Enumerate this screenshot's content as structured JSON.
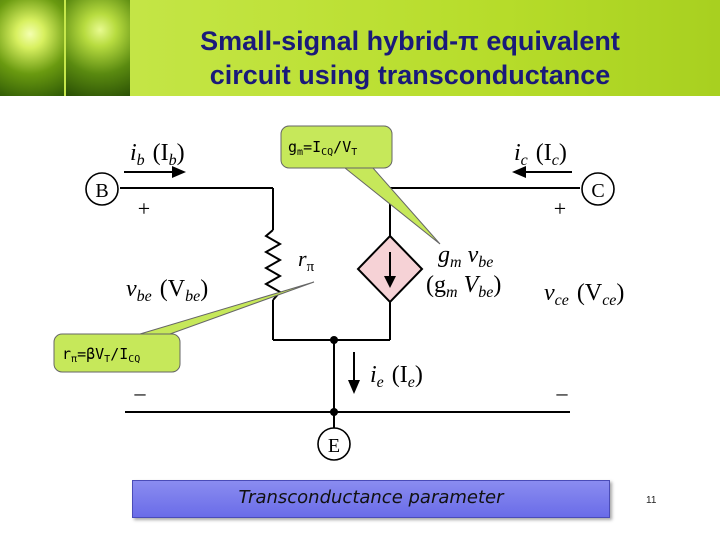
{
  "title": {
    "line1": "Small-signal hybrid-π equivalent",
    "line2": "circuit using transconductance"
  },
  "callouts": {
    "gm": {
      "main": "g",
      "m": "m",
      "eq": "=I",
      "cq": "CQ",
      "slash": "/V",
      "t": "T"
    },
    "rpi": {
      "r": "r",
      "pi": "π",
      "eq": "=βV",
      "t": "T",
      "slash": "/I",
      "cq": "CQ"
    }
  },
  "nodes": {
    "base": "B",
    "collector": "C",
    "emitter": "E"
  },
  "labels": {
    "ib": "i",
    "ib_sub": "b",
    "Ib": "(I",
    "Ib_sub": "b",
    "Ib_close": ")",
    "ic": "i",
    "ic_sub": "c",
    "Ic": "(I",
    "Ic_sub": "c",
    "Ic_close": ")",
    "ie": "i",
    "ie_sub": "e",
    "Ie": "(I",
    "Ie_sub": "e",
    "Ie_close": ")",
    "vbe": "v",
    "vbe_sub": "be",
    "Vbe": "(V",
    "Vbe_sub": "be",
    "Vbe_close": ")",
    "vce": "v",
    "vce_sub": "ce",
    "Vce": "(V",
    "Vce_sub": "ce",
    "Vce_close": ")",
    "rpi_r": "r",
    "rpi_pi": "π",
    "src_g": "g",
    "src_m": "m",
    "src_v": "v",
    "src_be": "be",
    "src2_open": "(g",
    "src2_m": "m",
    "src2_V": "V",
    "src2_be": "be",
    "src2_close": ")",
    "plus_left": "+",
    "plus_right": "+",
    "minus_left": "–",
    "minus_right": "–"
  },
  "footer": {
    "text": "Transconductance parameter"
  },
  "page_number": "11",
  "colors": {
    "header": "#bfe23a",
    "title": "#1a1a7a",
    "callout_bg": "#c6e85a",
    "source_fill": "#f6d2d6",
    "footer_bg": "#7476ec"
  }
}
